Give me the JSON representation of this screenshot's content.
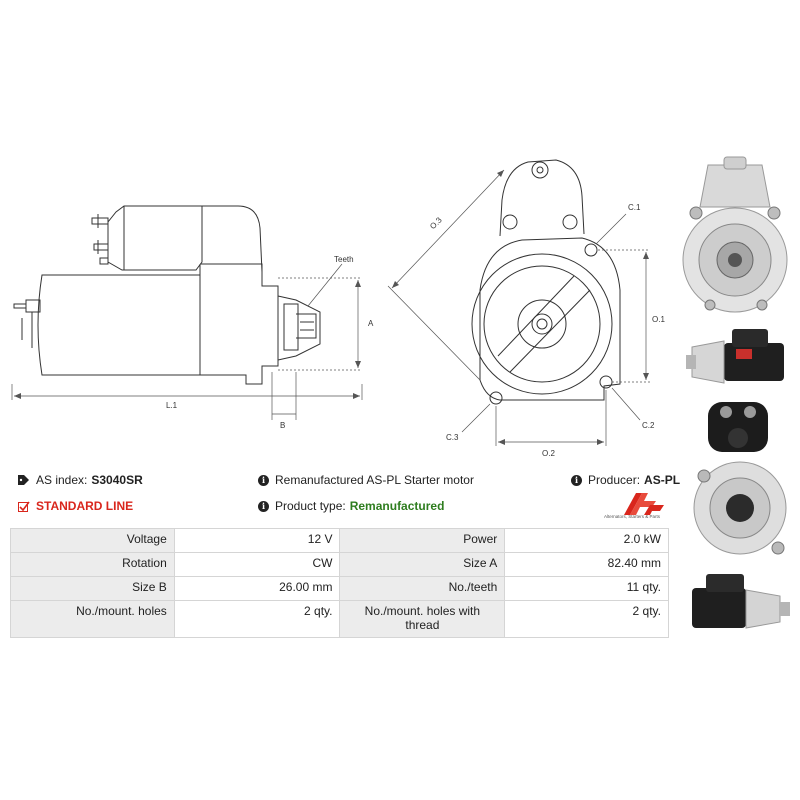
{
  "diagram_labels": {
    "teeth": "Teeth",
    "a": "A",
    "b": "B",
    "l1": "L.1",
    "o3": "O.3",
    "c1": "C.1",
    "o1": "O.1",
    "c2": "C.2",
    "c3": "C.3",
    "o2": "O.2"
  },
  "info": {
    "as_index_label": "AS index:",
    "as_index_value": "S3040SR",
    "standard_line": "STANDARD LINE",
    "description": "Remanufactured AS-PL Starter motor",
    "product_type_label": "Product type:",
    "product_type_value": "Remanufactured",
    "producer_label": "Producer:",
    "producer_value": "AS-PL"
  },
  "logo": {
    "brand": "AS",
    "tagline": "Alternators, Starters & Parts",
    "color": "#d9261c"
  },
  "specs": [
    {
      "l1": "Voltage",
      "v1": "12 V",
      "l2": "Power",
      "v2": "2.0 kW"
    },
    {
      "l1": "Rotation",
      "v1": "CW",
      "l2": "Size A",
      "v2": "82.40 mm"
    },
    {
      "l1": "Size B",
      "v1": "26.00 mm",
      "l2": "No./teeth",
      "v2": "11 qty."
    },
    {
      "l1": "No./mount. holes",
      "v1": "2 qty.",
      "l2": "No./mount. holes with thread",
      "v2": "2 qty."
    }
  ]
}
